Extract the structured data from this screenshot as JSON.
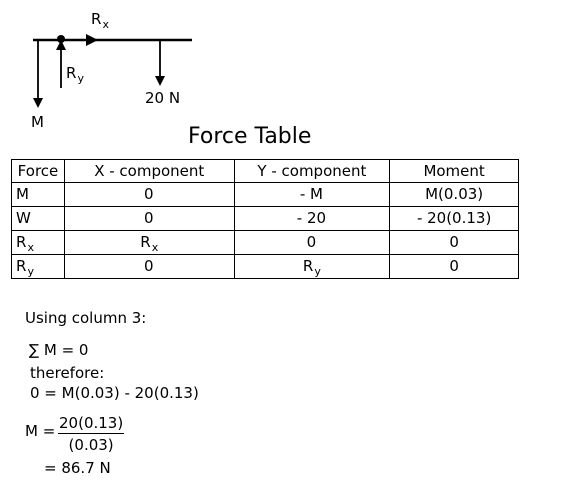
{
  "diagram": {
    "rx_label": "R",
    "rx_sub": "x",
    "ry_label": "R",
    "ry_sub": "y",
    "m_label": "M",
    "load_label": "20 N"
  },
  "table": {
    "title": "Force Table",
    "headers": [
      "Force",
      "X - component",
      "Y - component",
      "Moment"
    ],
    "rows": [
      {
        "force": "M",
        "force_sub": "",
        "x": "0",
        "x_sub": "",
        "y": "- M",
        "y_sub": "",
        "moment": "M(0.03)"
      },
      {
        "force": "W",
        "force_sub": "",
        "x": "0",
        "x_sub": "",
        "y": "- 20",
        "y_sub": "",
        "moment": "- 20(0.13)"
      },
      {
        "force": "R",
        "force_sub": "x",
        "x": "R",
        "x_sub": "x",
        "y": "0",
        "y_sub": "",
        "moment": "0"
      },
      {
        "force": "R",
        "force_sub": "y",
        "x": "0",
        "x_sub": "",
        "y": "R",
        "y_sub": "y",
        "moment": "0"
      }
    ]
  },
  "solution": {
    "intro": "Using column 3:",
    "sum_symbol": "∑",
    "sum_eq": "M = 0",
    "therefore": "therefore:",
    "equation": "0 = M(0.03) - 20(0.13)",
    "m_eq_lhs": "M =",
    "fraction_num": "20(0.13)",
    "fraction_den": "(0.03)",
    "result": "= 86.7 N"
  }
}
